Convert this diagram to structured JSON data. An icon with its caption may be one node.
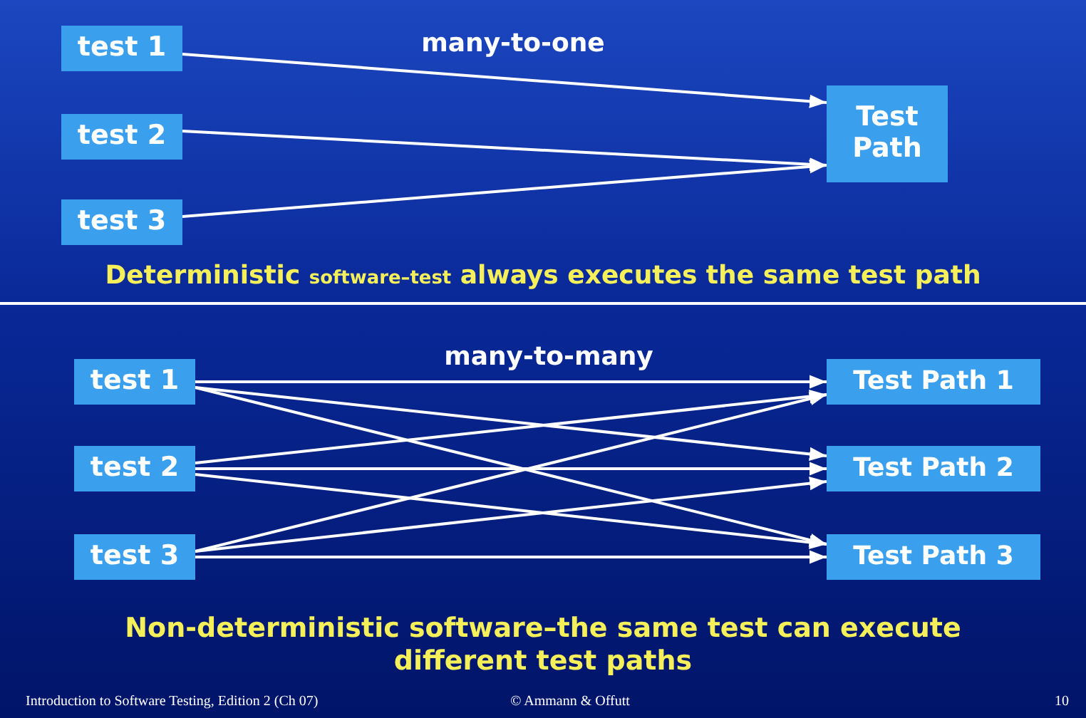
{
  "diagram": {
    "nodes": [
      {
        "text": [
          "test 1"
        ]
      },
      {
        "text": [
          "test 2"
        ]
      },
      {
        "text": [
          "test 3"
        ]
      },
      {
        "text": [
          "Test Path"
        ]
      },
      {
        "text": [
          "test 1"
        ]
      },
      {
        "text": [
          "test 2"
        ]
      },
      {
        "text": [
          "test 3"
        ]
      },
      {
        "text": [
          "Test Path 1"
        ]
      },
      {
        "text": [
          "Test Path 2"
        ]
      },
      {
        "text": [
          "Test Path 3"
        ]
      }
    ],
    "edges": [
      {
        "from": 0,
        "to": 3,
        "arrow": "to"
      },
      {
        "from": 1,
        "to": 3,
        "arrow": "to"
      },
      {
        "from": 2,
        "to": 3,
        "arrow": "to"
      },
      {
        "from": 4,
        "to": 7,
        "arrow": "to"
      },
      {
        "from": 4,
        "to": 8,
        "arrow": "to"
      },
      {
        "from": 4,
        "to": 9,
        "arrow": "to"
      },
      {
        "from": 5,
        "to": 7,
        "arrow": "to"
      },
      {
        "from": 5,
        "to": 8,
        "arrow": "to"
      },
      {
        "from": 5,
        "to": 9,
        "arrow": "to"
      },
      {
        "from": 6,
        "to": 7,
        "arrow": "to"
      },
      {
        "from": 6,
        "to": 8,
        "arrow": "to"
      },
      {
        "from": 6,
        "to": 9,
        "arrow": "to"
      }
    ],
    "labels": [
      "many-to-one",
      "Deterministic **software–test** always executes the same test path",
      "many-to-many",
      "Non-deterministic software–the same test can execute different test paths",
      "Introduction to Software Testing, Edition 2  (Ch 07)",
      "© Ammann & Offutt",
      "10"
    ]
  }
}
